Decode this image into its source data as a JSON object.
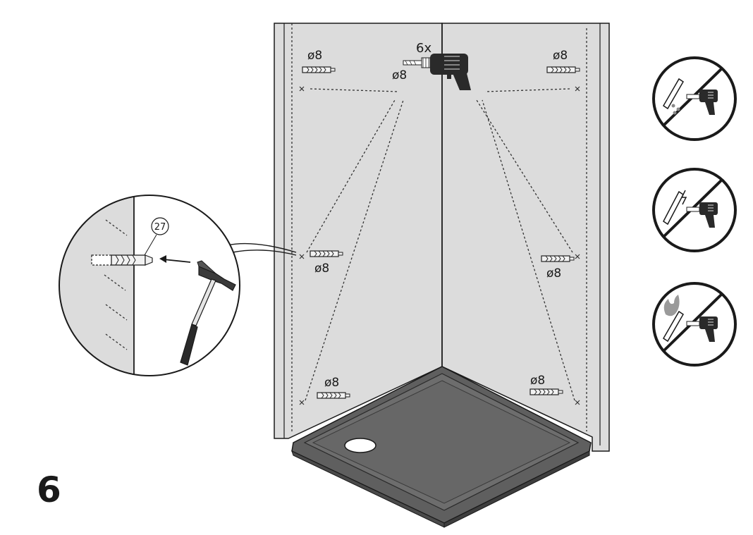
{
  "step_number": "6",
  "drill_count": "6x",
  "drill_diameter": "ø8",
  "anchor_labels": {
    "upper_left": "ø8",
    "upper_right": "ø8",
    "middle_left": "ø8",
    "middle_right": "ø8",
    "lower_left": "ø8",
    "lower_right": "ø8"
  },
  "callout_part_number": "27",
  "warnings": [
    {
      "icon": "no-drill-water-pipe-icon"
    },
    {
      "icon": "no-drill-electric-cable-icon"
    },
    {
      "icon": "no-drill-gas-pipe-icon"
    }
  ],
  "colors": {
    "wall": "#dcdcdc",
    "tray": "#6a6a6a",
    "outline": "#1a1a1a"
  }
}
